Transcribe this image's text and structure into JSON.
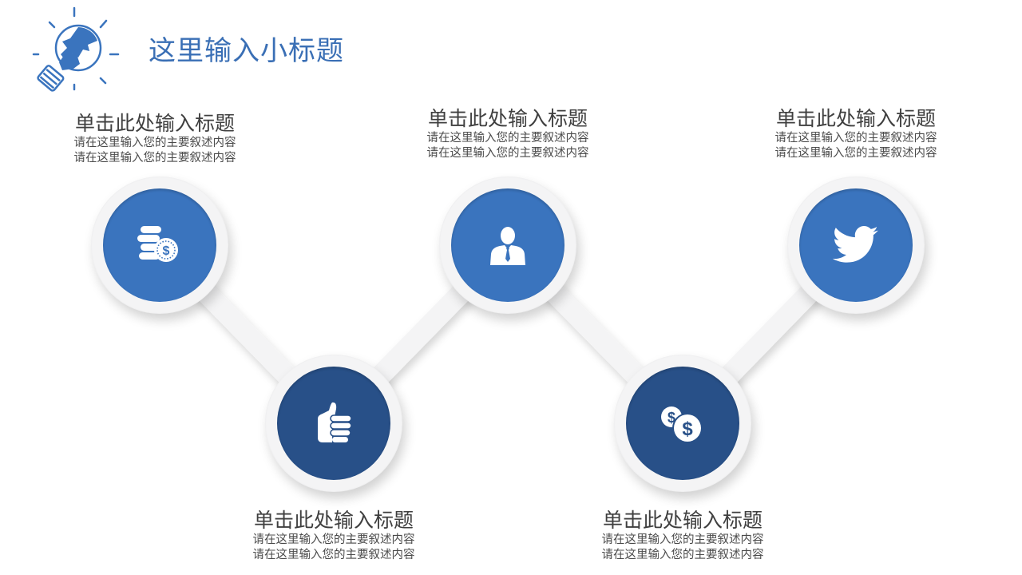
{
  "header": {
    "title": "这里输入小标题",
    "logo_icon": "lightbulb-puzzle-icon"
  },
  "colors": {
    "accent_light": "#3A74BE",
    "accent_dark": "#285088",
    "ring": "#F4F4F5",
    "title_text": "#3A6FB5",
    "body_text": "#3F3F3F"
  },
  "steps": [
    {
      "title": "单击此处输入标题",
      "desc_line1": "请在这里输入您的主要叙述内容",
      "desc_line2": "请在这里输入您的主要叙述内容",
      "icon": "coins-dollar-icon",
      "position": "top"
    },
    {
      "title": "单击此处输入标题",
      "desc_line1": "请在这里输入您的主要叙述内容",
      "desc_line2": "请在这里输入您的主要叙述内容",
      "icon": "thumbs-up-icon",
      "position": "bottom"
    },
    {
      "title": "单击此处输入标题",
      "desc_line1": "请在这里输入您的主要叙述内容",
      "desc_line2": "请在这里输入您的主要叙述内容",
      "icon": "businessman-icon",
      "position": "top"
    },
    {
      "title": "单击此处输入标题",
      "desc_line1": "请在这里输入您的主要叙述内容",
      "desc_line2": "请在这里输入您的主要叙述内容",
      "icon": "two-dollar-coins-icon",
      "position": "bottom"
    },
    {
      "title": "单击此处输入标题",
      "desc_line1": "请在这里输入您的主要叙述内容",
      "desc_line2": "请在这里输入您的主要叙述内容",
      "icon": "twitter-bird-icon",
      "position": "top"
    }
  ]
}
